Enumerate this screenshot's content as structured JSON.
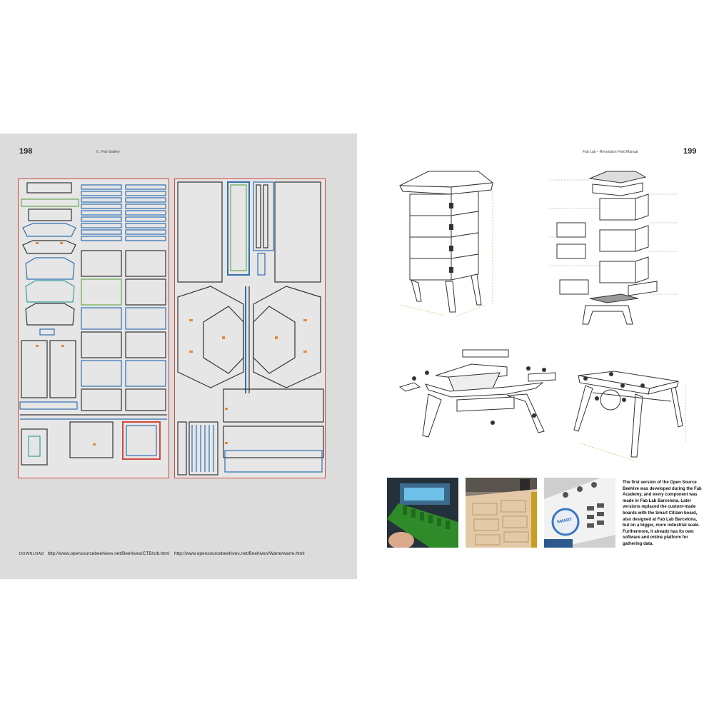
{
  "left_page": {
    "page_number": "198",
    "running_head": "6 . Fab Gallery",
    "download_label": "DOWNLOAD",
    "download_links": [
      "http://www.opensourcebeehives.net/Beehives/CTB/ctb.html",
      "http://www.opensourcebeehives.net/Beehives/Warre/warre.html"
    ]
  },
  "right_page": {
    "page_number": "199",
    "running_head": "Fab Lab – Revolution Field Manual",
    "caption": "The first version of the Open Source Beehive was developed during the Fab Academy, and every component was made in Fab Lab Barcelona. Later versions replaced the custom-made boards with the Smart Citizen board, also designed at Fab Lab Barcelona, but on a bigger, more industrial scale. Furthermore, it already has its own software and online platform for gathering data.",
    "photo_texts": {
      "board_badge": "SMART"
    }
  },
  "colors": {
    "left_page_bg": "#dcdcdd",
    "cut_border": "#d04a3a",
    "cut_blue": "#2f6fb0",
    "cut_teal": "#3aa0a0",
    "cut_green": "#6aa84f",
    "cut_orange": "#e08a3a",
    "cut_dark": "#333333"
  }
}
